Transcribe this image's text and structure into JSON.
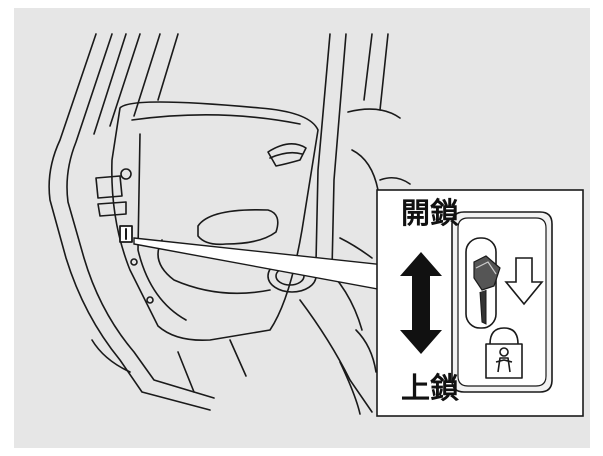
{
  "labels": {
    "unlock": "開鎖",
    "lock": "上鎖"
  },
  "icons": {
    "direction_arrow": "double-headed-vertical-arrow",
    "lock_direction": "down-arrow-icon",
    "child_symbol": "child-lock-icon"
  },
  "colors": {
    "background": "#e6e6e6",
    "line": "#1a1a1a",
    "callout_fill": "#ffffff",
    "arrow_fill": "#111111"
  }
}
